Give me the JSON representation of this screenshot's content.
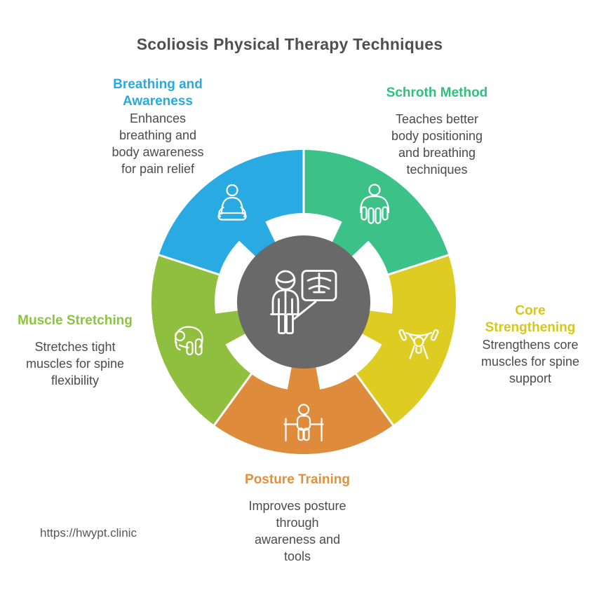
{
  "title": "Scoliosis Physical Therapy Techniques",
  "footer": {
    "url": "https://hwypt.clinic"
  },
  "colors": {
    "background": "#ffffff",
    "title_text": "#4E4F51",
    "body_text": "#4A4B4D",
    "footer_text": "#56575A",
    "center_circle": "#6A6969",
    "icon_stroke": "#ffffff",
    "separator": "#ffffff"
  },
  "center": {
    "icon": "therapist-presentation"
  },
  "segments": [
    {
      "label": "Breathing and Awareness",
      "heading_lines": [
        "Breathing and",
        "Awareness"
      ],
      "description_lines": [
        "Enhances",
        "breathing and",
        "body awareness",
        "for pain relief"
      ],
      "color": "#2AAAE2",
      "heading_color": "#29A9E1",
      "icon": "meditation",
      "position": "top-left"
    },
    {
      "label": "Schroth Method",
      "heading_lines": [
        "Schroth Method"
      ],
      "description_lines": [
        "Teaches better",
        "body positioning",
        "and breathing",
        "techniques"
      ],
      "color": "#3CC189",
      "heading_color": "#30BE7C",
      "icon": "seated-exercise",
      "position": "top-right"
    },
    {
      "label": "Core Strengthening",
      "heading_lines": [
        "Core",
        "Strengthening"
      ],
      "description_lines": [
        "Strengthens core",
        "muscles for spine",
        "support"
      ],
      "color": "#DDCC22",
      "heading_color": "#D8C715",
      "icon": "weightlifting",
      "position": "right"
    },
    {
      "label": "Posture Training",
      "heading_lines": [
        "Posture Training"
      ],
      "description_lines": [
        "Improves posture",
        "through",
        "awareness and",
        "tools"
      ],
      "color": "#DF8B3C",
      "heading_color": "#E2903C",
      "icon": "posture-bar",
      "position": "bottom"
    },
    {
      "label": "Muscle Stretching",
      "heading_lines": [
        "Muscle Stretching"
      ],
      "description_lines": [
        "Stretches tight",
        "muscles for spine",
        "flexibility"
      ],
      "color": "#90BE3E",
      "heading_color": "#8CC340",
      "icon": "forward-fold",
      "position": "left"
    }
  ]
}
